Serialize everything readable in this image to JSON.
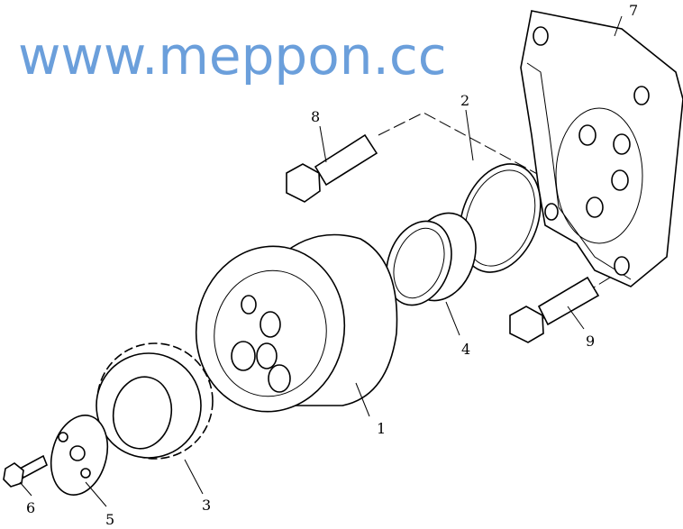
{
  "diagram": {
    "part_labels": {
      "p1": "1",
      "p2": "2",
      "p3": "3",
      "p4": "4",
      "p5": "5",
      "p6": "6",
      "p7": "7",
      "p8": "8",
      "p9": "9"
    },
    "watermark": "www.meppon.cc",
    "watermark_color": "#3a7fd0"
  }
}
